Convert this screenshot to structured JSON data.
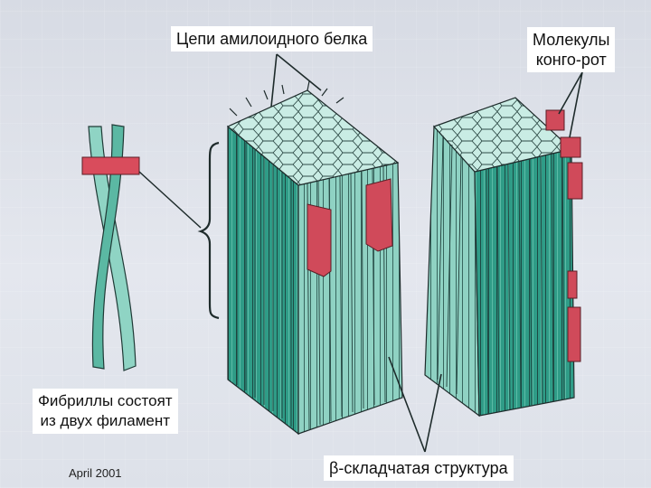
{
  "labels": {
    "amyloid_chains": "Цепи амилоидного белка",
    "congo_red_line1": "Молекулы",
    "congo_red_line2": "конго-рот",
    "fibrils_line1": "Фибриллы состоят",
    "fibrils_line2": "из двух филамент",
    "beta_structure": "β-складчатая структура"
  },
  "footer": {
    "date": "April 2001"
  },
  "colors": {
    "filament_teal": "#2e9a86",
    "filament_light": "#a8dcd0",
    "congo_red": "#d04a5a",
    "outline": "#1f2f2f"
  }
}
